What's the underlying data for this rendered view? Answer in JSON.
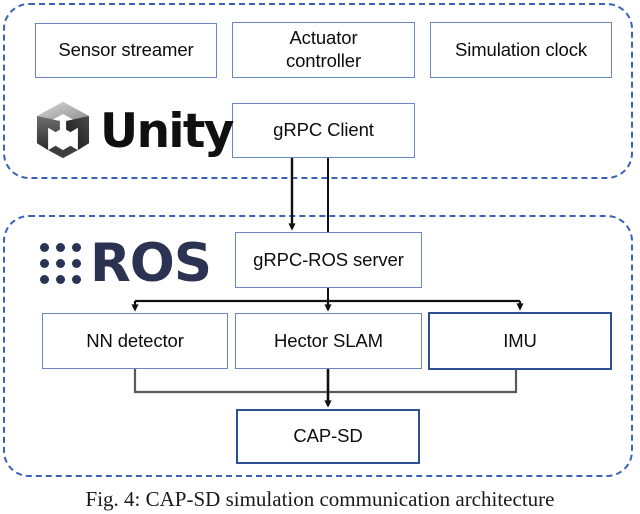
{
  "figure": {
    "caption": "Fig. 4: CAP-SD simulation communication architecture",
    "colors": {
      "panel_border": "#3a63b8",
      "node_border": "#6a86c0",
      "node_border_strong": "#2d4f96",
      "arrow": "#111111",
      "bus": "#5a5a5a",
      "ros_navy": "#2b3252",
      "unity_dark": "#101010",
      "background": "#ffffff"
    }
  },
  "panels": [
    {
      "id": "unity",
      "logo": {
        "name": "unity-logo",
        "word": "Unity",
        "icon": "unity-cube-icon"
      },
      "nodes": [
        {
          "id": "sensor-streamer",
          "label": "Sensor streamer"
        },
        {
          "id": "actuator-controller",
          "label": "Actuator\ncontroller"
        },
        {
          "id": "simulation-clock",
          "label": "Simulation clock"
        },
        {
          "id": "grpc-client",
          "label": "gRPC Client"
        }
      ]
    },
    {
      "id": "ros",
      "logo": {
        "name": "ros-logo",
        "word": "ROS",
        "icon": "ros-dot-grid-icon",
        "dots": 9
      },
      "nodes": [
        {
          "id": "grpc-ros-server",
          "label": "gRPC-ROS server"
        },
        {
          "id": "nn-detector",
          "label": "NN detector"
        },
        {
          "id": "hector-slam",
          "label": "Hector SLAM"
        },
        {
          "id": "imu",
          "label": "IMU"
        },
        {
          "id": "cap-sd",
          "label": "CAP-SD"
        }
      ]
    }
  ],
  "connections": [
    {
      "from": "grpc-client",
      "to": "grpc-ros-server",
      "direction": "down"
    },
    {
      "from": "grpc-ros-server",
      "to": "grpc-client",
      "direction": "up"
    },
    {
      "from": "grpc-ros-server",
      "to": "nn-detector",
      "direction": "down"
    },
    {
      "from": "grpc-ros-server",
      "to": "hector-slam",
      "direction": "bidirectional"
    },
    {
      "from": "grpc-ros-server",
      "to": "imu",
      "direction": "down"
    },
    {
      "from": "nn-detector",
      "to": "cap-sd",
      "direction": "down"
    },
    {
      "from": "hector-slam",
      "to": "cap-sd",
      "direction": "down"
    },
    {
      "from": "imu",
      "to": "cap-sd",
      "direction": "down"
    }
  ]
}
